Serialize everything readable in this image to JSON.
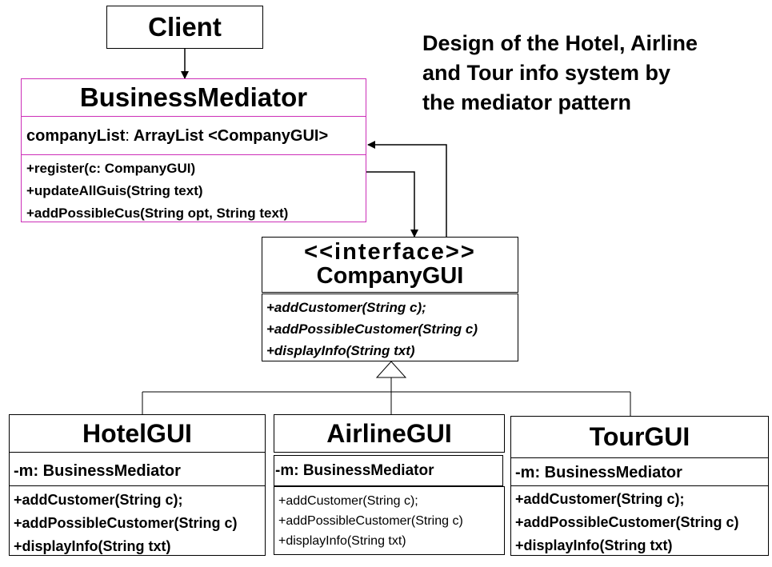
{
  "caption": {
    "lines": [
      "Design of the Hotel, Airline",
      "and Tour info system by",
      "the mediator pattern"
    ]
  },
  "client": {
    "name": "Client"
  },
  "business_mediator": {
    "name": "BusinessMediator",
    "attribute": {
      "name": "companyList",
      "separator": ":",
      "type": " ArrayList <CompanyGUI>"
    },
    "methods": [
      "+register(c:  CompanyGUI)",
      "+updateAllGuis(String text)",
      "+addPossibleCus(String opt, String text)"
    ]
  },
  "company_gui": {
    "stereotype": "<<interface>>",
    "name": "CompanyGUI",
    "methods": [
      "+addCustomer(String c);",
      "+addPossibleCustomer(String c)",
      "+displayInfo(String txt)"
    ]
  },
  "hotel_gui": {
    "name": "HotelGUI",
    "attribute": "-m: BusinessMediator",
    "methods": [
      "+addCustomer(String c);",
      "+addPossibleCustomer(String c)",
      "+displayInfo(String txt)"
    ]
  },
  "airline_gui": {
    "name": "AirlineGUI",
    "attribute": "-m: BusinessMediator",
    "methods": [
      "+addCustomer(String c);",
      "+addPossibleCustomer(String c)",
      "+displayInfo(String txt)"
    ]
  },
  "tour_gui": {
    "name": "TourGUI",
    "attribute": "-m: BusinessMediator",
    "methods": [
      "+addCustomer(String c);",
      "+addPossibleCustomer(String c)",
      "+displayInfo(String txt)"
    ]
  }
}
